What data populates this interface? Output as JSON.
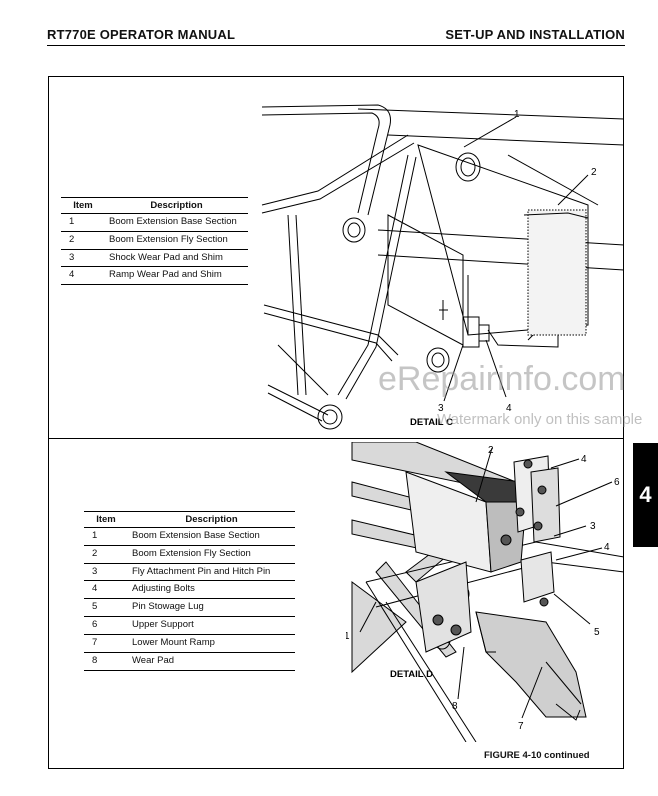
{
  "header": {
    "title_left": "RT770E OPERATOR MANUAL",
    "title_right": "SET-UP AND INSTALLATION"
  },
  "section_tab": "4",
  "detail_c": {
    "label": "DETAIL C",
    "table": {
      "headers": [
        "Item",
        "Description"
      ],
      "rows": [
        [
          "1",
          "Boom Extension Base Section"
        ],
        [
          "2",
          "Boom Extension Fly Section"
        ],
        [
          "3",
          "Shock Wear Pad and Shim"
        ],
        [
          "4",
          "Ramp Wear Pad and Shim"
        ]
      ]
    },
    "callouts": [
      "1",
      "2",
      "3",
      "4"
    ]
  },
  "detail_d": {
    "label": "DETAIL D",
    "table": {
      "headers": [
        "Item",
        "Description"
      ],
      "rows": [
        [
          "1",
          "Boom Extension Base Section"
        ],
        [
          "2",
          "Boom Extension Fly Section"
        ],
        [
          "3",
          "Fly Attachment Pin and Hitch Pin"
        ],
        [
          "4",
          "Adjusting Bolts"
        ],
        [
          "5",
          "Pin Stowage Lug"
        ],
        [
          "6",
          "Upper Support"
        ],
        [
          "7",
          "Lower Mount Ramp"
        ],
        [
          "8",
          "Wear Pad"
        ]
      ]
    },
    "callouts": [
      "2",
      "4",
      "6",
      "3",
      "4",
      "1",
      "5",
      "8",
      "7"
    ]
  },
  "figure_caption": "FIGURE 4-10 continued",
  "watermark": {
    "main": "eRepairinfo.com",
    "sub": "Watermark only on this sample"
  }
}
